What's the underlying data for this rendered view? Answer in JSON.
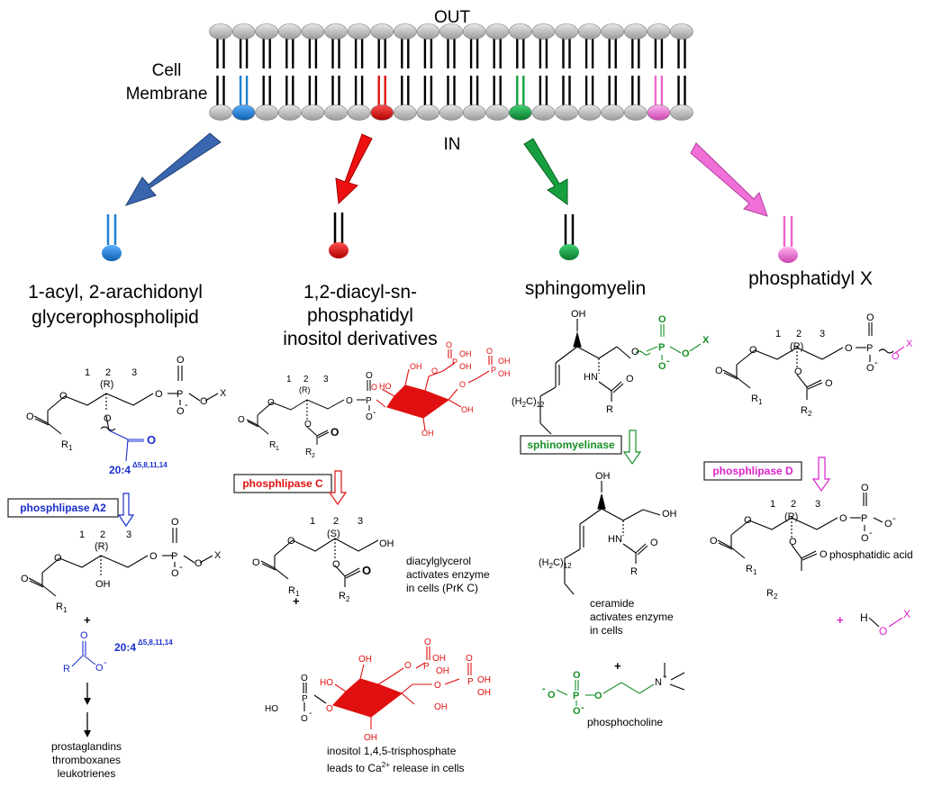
{
  "membrane": {
    "out_label": "OUT",
    "in_label": "IN",
    "label_line1": "Cell",
    "label_line2": "Membrane",
    "highlight_colors": {
      "blue": "#1f7fd1",
      "red": "#e01010",
      "green": "#10a040",
      "pink": "#ee66cc"
    }
  },
  "columns": {
    "col1": {
      "title_line1": "1-acyl, 2-arachidonyl",
      "title_line2": "glycerophospholipid",
      "color": "#1a2ecc",
      "enzyme": "phosphlipase A2",
      "chain_label": "20:4",
      "chain_super": "Δ5,8,11,14",
      "products": [
        "prostaglandins",
        "thromboxanes",
        "leukotrienes"
      ]
    },
    "col2": {
      "title_line1": "1,2-diacyl-sn-",
      "title_line2": "phosphatidyl",
      "title_line3": "inositol derivatives",
      "color": "#e01010",
      "enzyme": "phosphlipase C",
      "dag_line1": "diacylglycerol",
      "dag_line2": "activates enzyme",
      "dag_line3": "in cells (PrK C)",
      "ip3_line1": "inositol 1,4,5-trisphosphate",
      "ip3_line2_pre": "leads to Ca",
      "ip3_line2_sup": "2+",
      "ip3_line2_post": " release in cells"
    },
    "col3": {
      "title": "sphingomyelin",
      "color": "#189028",
      "enzyme": "sphinomyelinase",
      "ceramide_line1": "ceramide",
      "ceramide_line2": "activates enzyme",
      "ceramide_line3": "in cells",
      "phosphocholine": "phosphocholine"
    },
    "col4": {
      "title": "phosphatidyl X",
      "color": "#dd22cc",
      "enzyme": "phosphlipase D",
      "product": "phosphatidic acid"
    }
  },
  "chem": {
    "n1": "1",
    "n2": "2",
    "n3": "3",
    "R_config": "(R)",
    "S_config": "(S)",
    "R1": "R",
    "R1_sub": "1",
    "R2": "R",
    "R2_sub": "2",
    "R": "R",
    "O": "O",
    "Ominus": "O",
    "minus": "-",
    "P": "P",
    "X": "X",
    "OH": "OH",
    "HO": "HO",
    "H": "H",
    "HN": "HN",
    "N": "N",
    "plus": "+",
    "H2C12": "(H",
    "H2C12_sub1": "2",
    "H2C12_mid": "C)",
    "H2C12_sub2": "12"
  }
}
